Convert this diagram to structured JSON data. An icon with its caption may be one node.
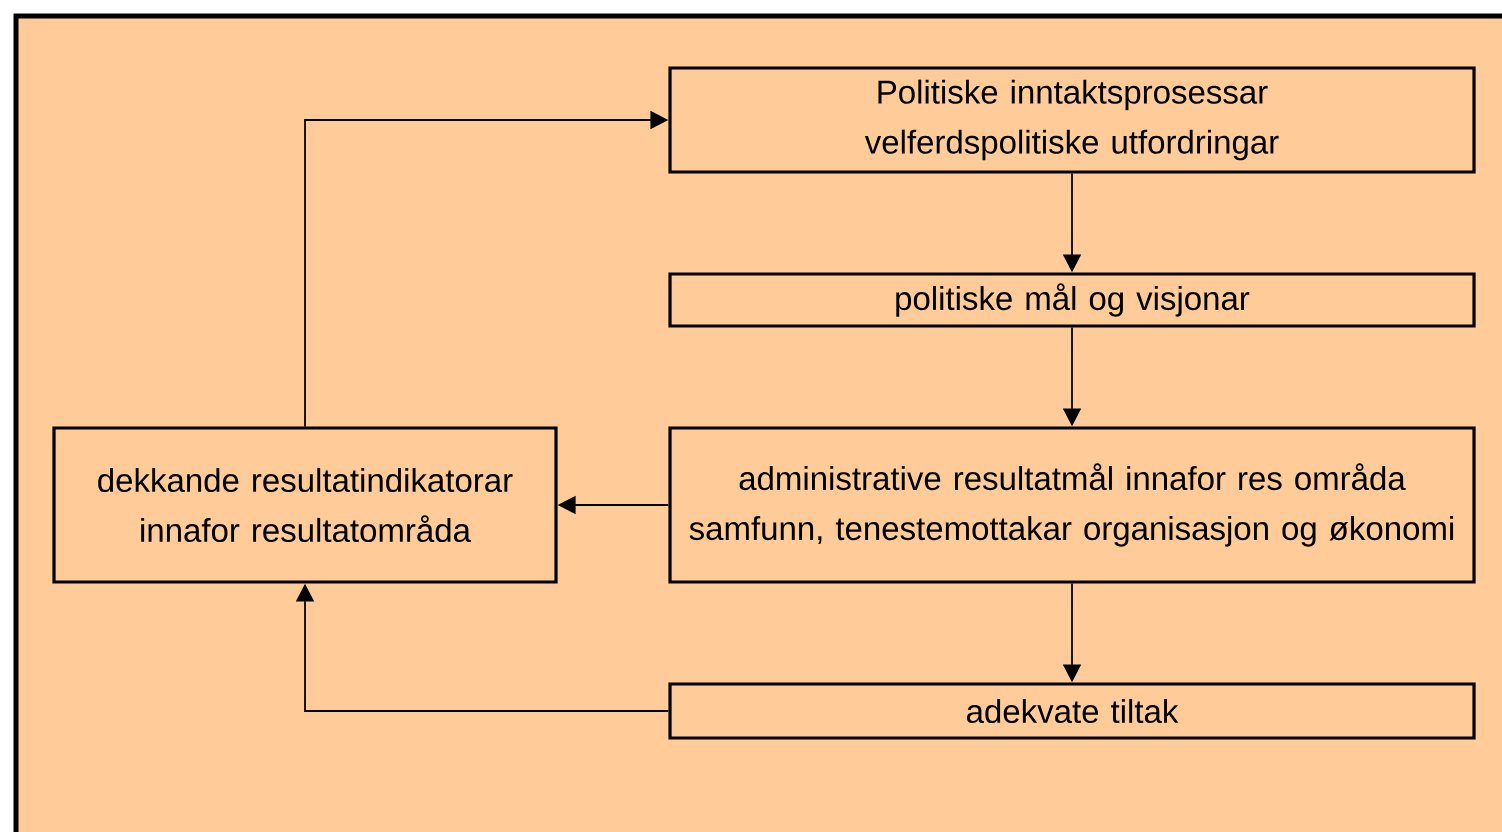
{
  "diagram": {
    "nodes": [
      {
        "text": [
          "Politiske inntaktsprosessar velferdspolitiske utfordringar"
        ]
      },
      {
        "text": [
          "politiske mål og visjonar"
        ]
      },
      {
        "text": [
          "administrative resultatmål innafor res områda samfunn, tenestemottakar organisasjon og økonomi"
        ]
      },
      {
        "text": [
          "dekkande resultatindikatorar innafor resultatområda"
        ]
      },
      {
        "text": [
          "adekvate tiltak"
        ]
      }
    ],
    "edges": [
      {
        "from": 0,
        "to": 1,
        "arrow": "to"
      },
      {
        "from": 1,
        "to": 2,
        "arrow": "to"
      },
      {
        "from": 2,
        "to": 3,
        "arrow": "to"
      },
      {
        "from": 2,
        "to": 4,
        "arrow": "to"
      },
      {
        "from": 4,
        "to": 3,
        "arrow": "to"
      },
      {
        "from": 3,
        "to": 0,
        "arrow": "to"
      }
    ]
  }
}
